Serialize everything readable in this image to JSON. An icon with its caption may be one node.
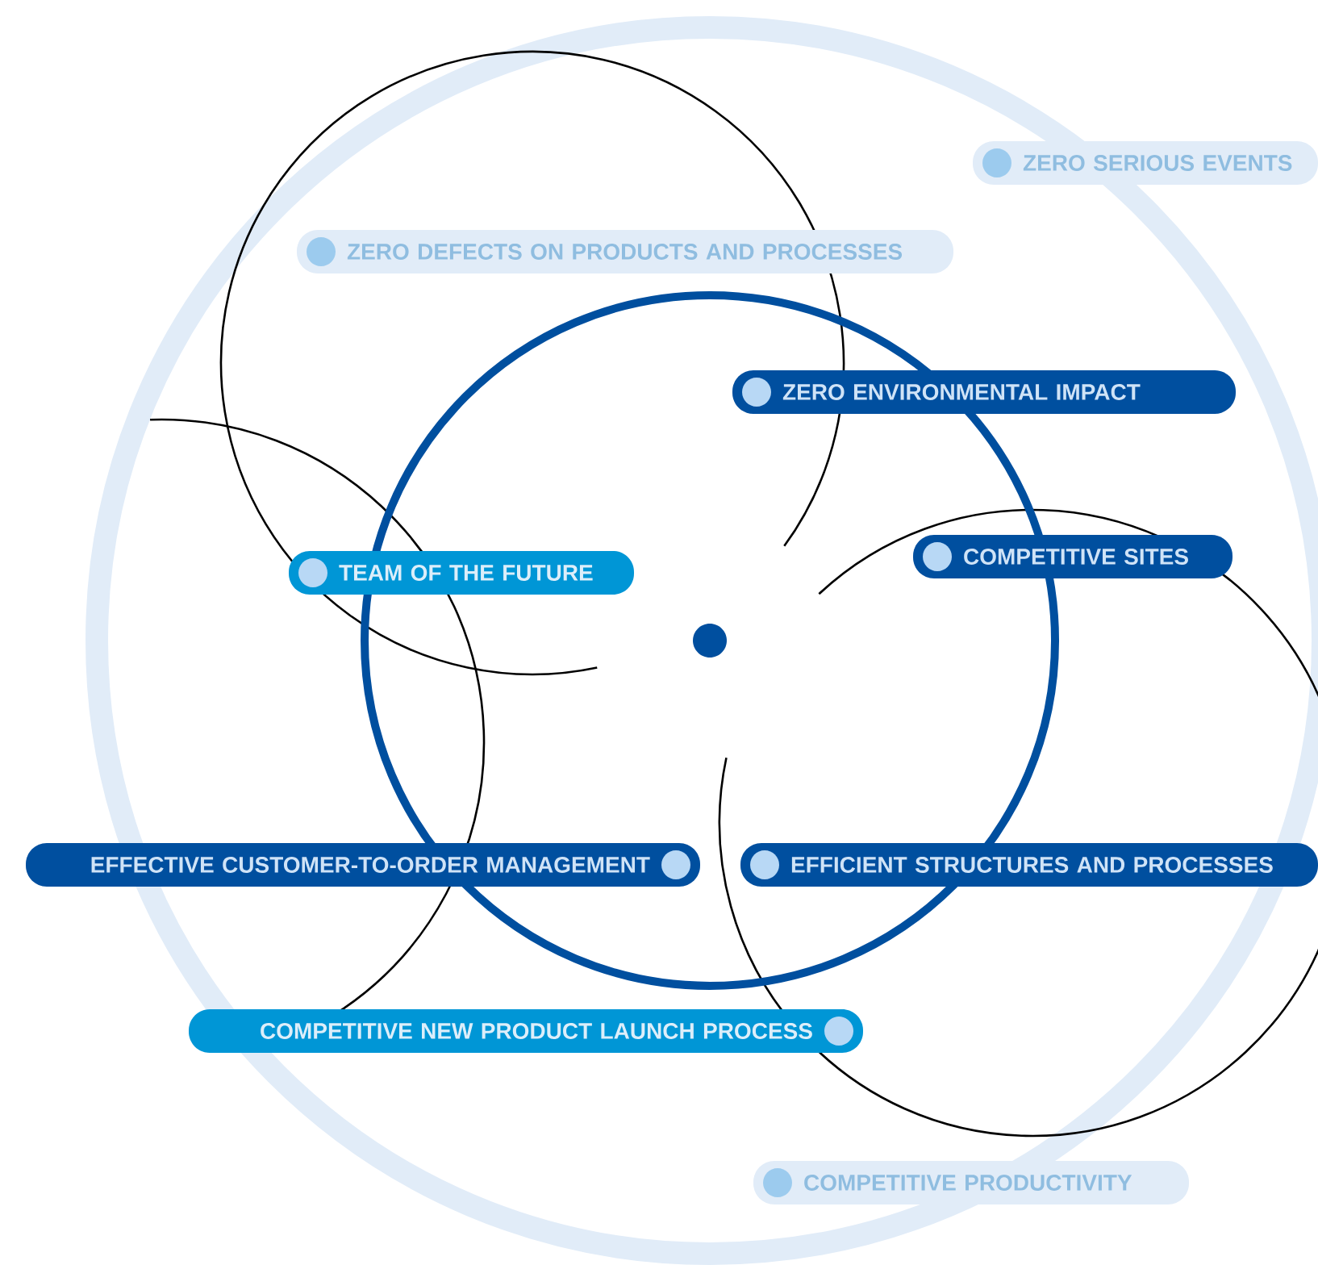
{
  "diagram": {
    "nodes": [
      {
        "text": [
          "ZERO SERIOUS EVENTS"
        ]
      },
      {
        "text": [
          "ZERO DEFECTS ON PRODUCTS AND PROCESSES"
        ]
      },
      {
        "text": [
          "ZERO ENVIRONMENTAL IMPACT"
        ]
      },
      {
        "text": [
          "TEAM OF THE FUTURE"
        ]
      },
      {
        "text": [
          "COMPETITIVE SITES"
        ]
      },
      {
        "text": [
          "EFFECTIVE CUSTOMER-TO-ORDER MANAGEMENT"
        ]
      },
      {
        "text": [
          "EFFICIENT STRUCTURES AND PROCESSES"
        ]
      },
      {
        "text": [
          "COMPETITIVE NEW PRODUCT LAUNCH PROCESS"
        ]
      },
      {
        "text": [
          "COMPETITIVE PRODUCTIVITY"
        ]
      }
    ]
  }
}
